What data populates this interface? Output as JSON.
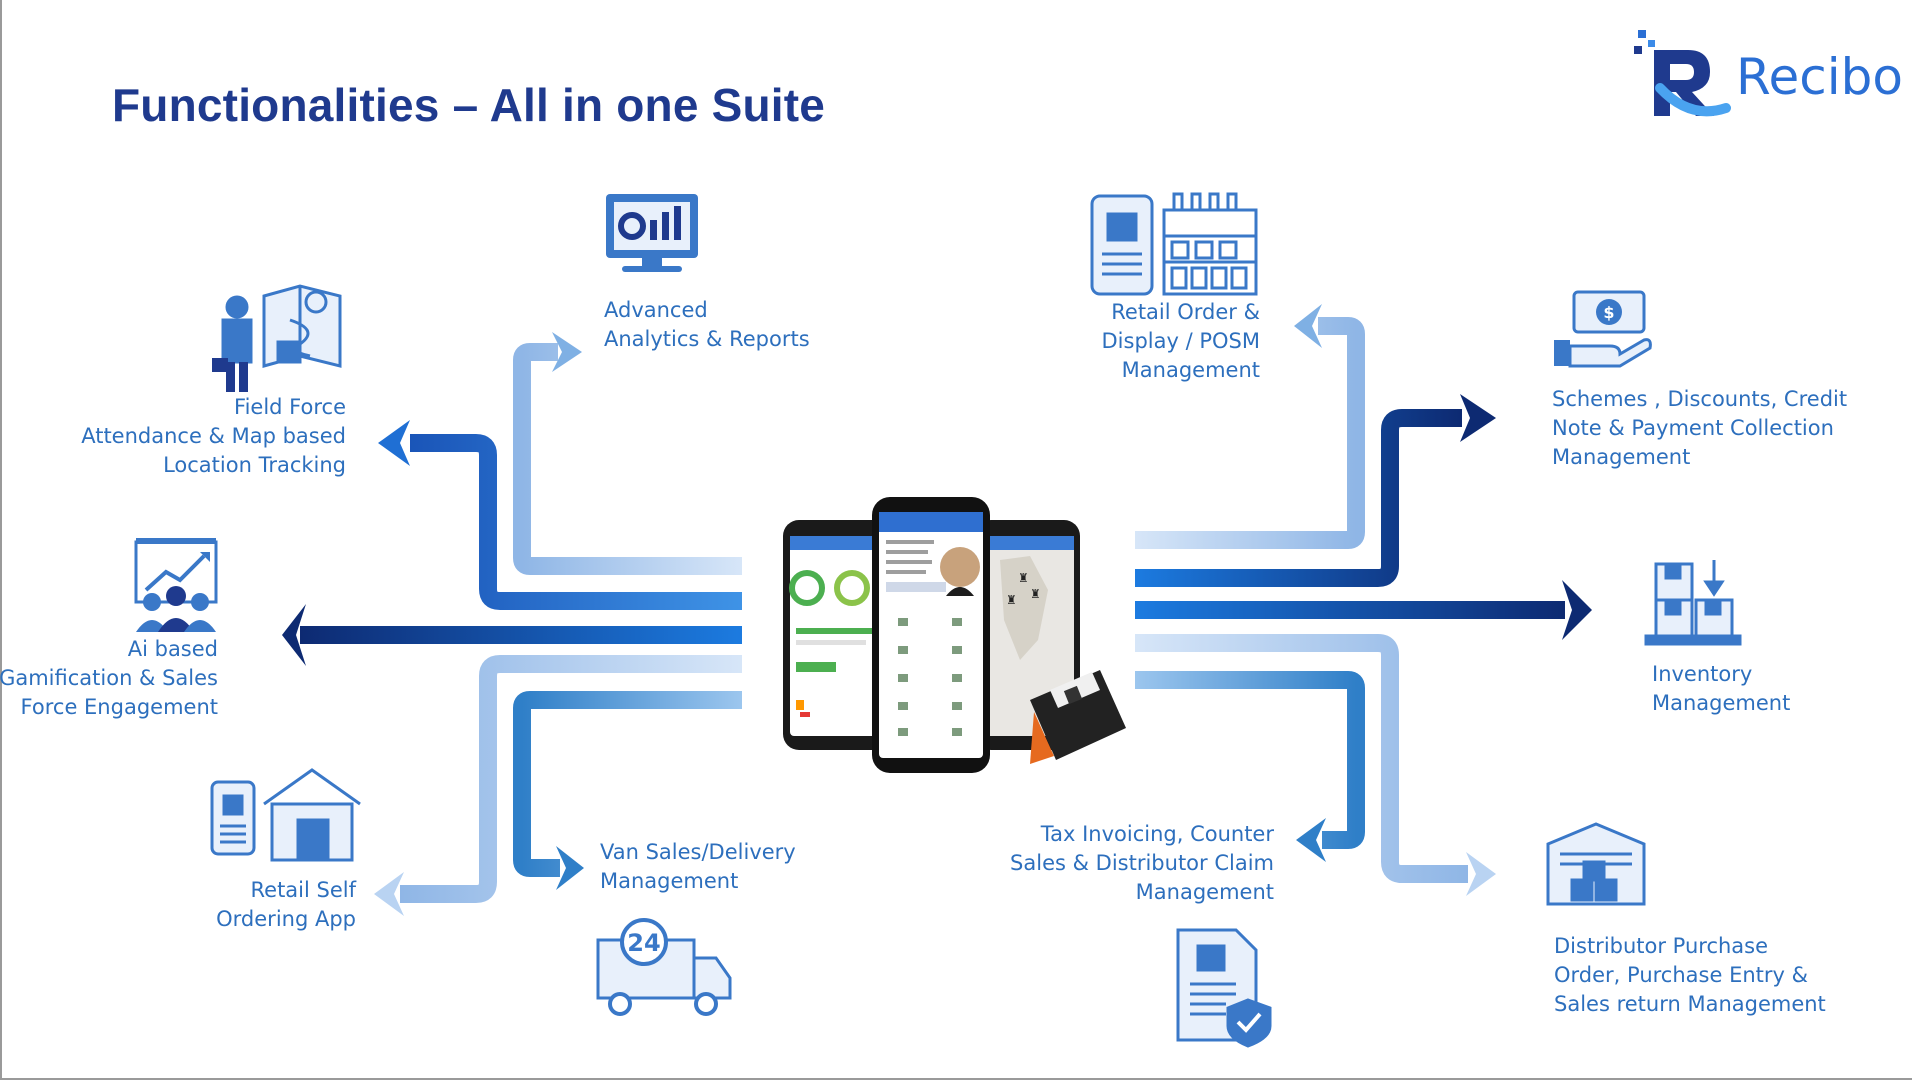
{
  "title": "Functionalities – All in one Suite",
  "brand": {
    "name": "Recibo",
    "color": "#2b6fd4"
  },
  "colors": {
    "primary": "#1f3a8e",
    "accent": "#1c7be0",
    "label": "#2d6fbd",
    "light": "#b9d3f2"
  },
  "features": {
    "field_force": {
      "icon": "field-force-map-icon",
      "lines": [
        "Field Force",
        "Attendance & Map based",
        "Location Tracking"
      ]
    },
    "analytics": {
      "icon": "analytics-monitor-icon",
      "lines": [
        "Advanced",
        "Analytics & Reports"
      ]
    },
    "gamification": {
      "icon": "team-growth-icon",
      "lines": [
        "Ai based",
        "Gamification & Sales",
        "Force Engagement"
      ]
    },
    "retail_self": {
      "icon": "retail-store-app-icon",
      "lines": [
        "Retail Self",
        "Ordering App"
      ]
    },
    "van_sales": {
      "icon": "delivery-truck-24-icon",
      "lines": [
        "Van Sales/Delivery",
        "Management"
      ]
    },
    "retail_order": {
      "icon": "retail-shelf-icon",
      "lines": [
        "Retail Order &",
        "Display / POSM",
        "Management"
      ]
    },
    "schemes": {
      "icon": "cash-hand-icon",
      "lines": [
        "Schemes , Discounts, Credit",
        "Note & Payment Collection",
        "Management"
      ]
    },
    "inventory": {
      "icon": "inventory-boxes-icon",
      "lines": [
        "Inventory",
        "Management"
      ]
    },
    "tax": {
      "icon": "invoice-shield-icon",
      "lines": [
        "Tax Invoicing, Counter",
        "Sales  & Distributor Claim",
        "Management"
      ]
    },
    "distributor": {
      "icon": "warehouse-icon",
      "lines": [
        "Distributor Purchase",
        "Order, Purchase Entry &",
        "Sales return Management"
      ]
    }
  }
}
